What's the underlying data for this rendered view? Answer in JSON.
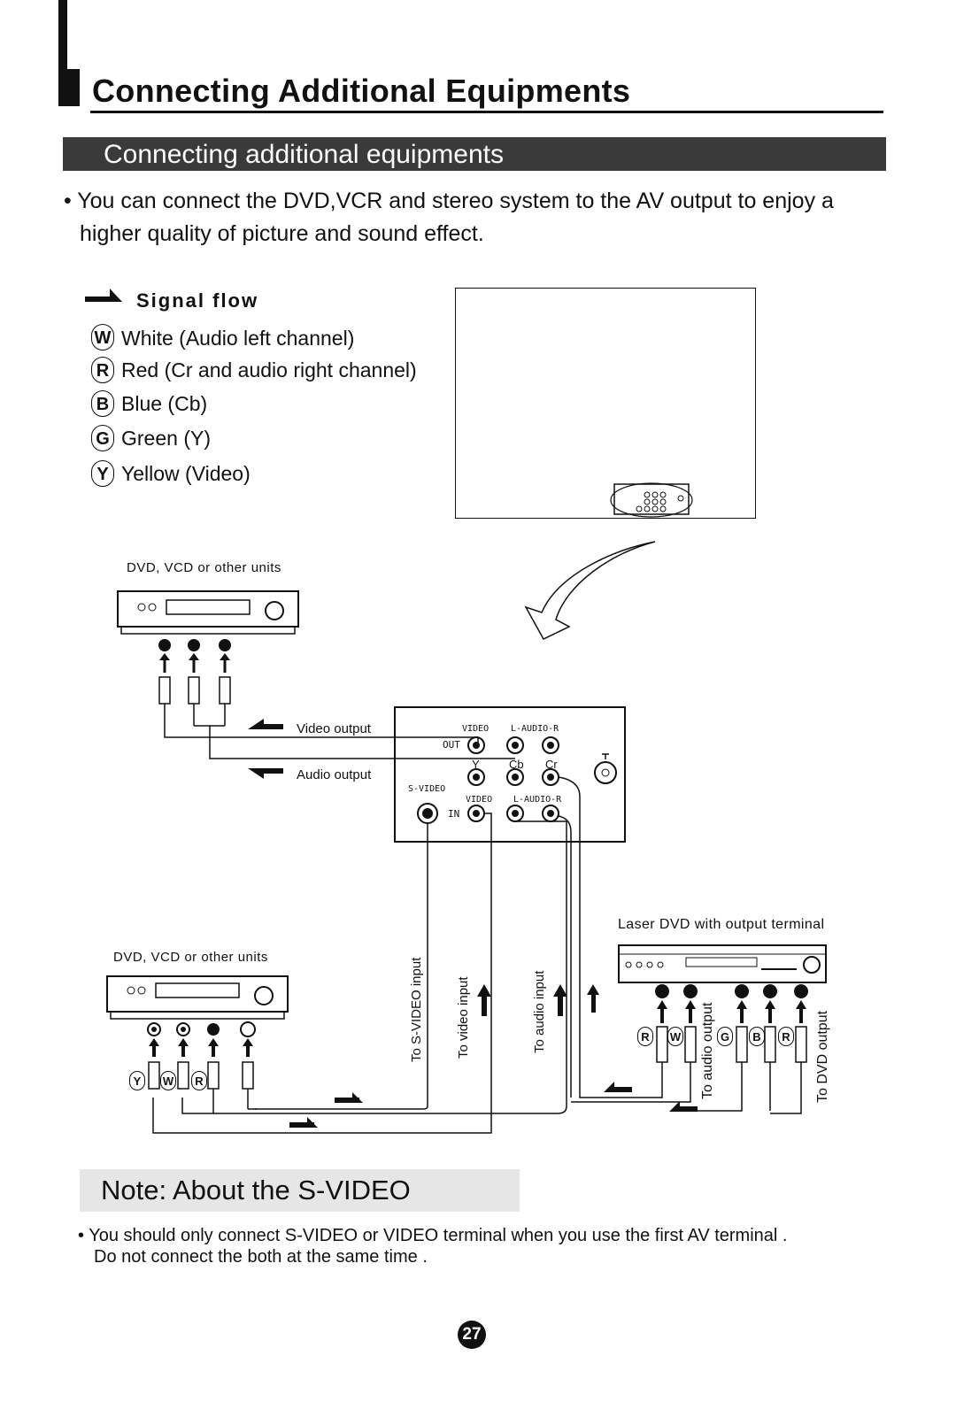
{
  "header": {
    "title": "Connecting Additional Equipments",
    "section_title": "Connecting additional equipments"
  },
  "intro": {
    "line1": "• You can connect the DVD,VCR and stereo system to the AV output to enjoy a",
    "line2": "higher quality of picture and sound effect."
  },
  "signal_flow": {
    "title": "Signal flow",
    "items": [
      {
        "badge": "W",
        "label": "White (Audio left channel)"
      },
      {
        "badge": "R",
        "label": "Red (Cr and audio right channel)"
      },
      {
        "badge": "B",
        "label": "Blue (Cb)"
      },
      {
        "badge": "G",
        "label": "Green (Y)"
      },
      {
        "badge": "Y",
        "label": "Yellow (Video)"
      }
    ]
  },
  "diagram": {
    "unit_top_label": "DVD, VCD or other units",
    "unit_bottom_label": "DVD, VCD or other units",
    "laser_dvd_label": "Laser DVD with output terminal",
    "video_output": "Video output",
    "audio_output": "Audio output",
    "panel": {
      "video": "VIDEO",
      "audio": "L-AUDIO-R",
      "out": "OUT",
      "y": "Y",
      "cb": "Cb",
      "cr": "Cr",
      "svideo": "S-VIDEO",
      "in": "IN"
    },
    "to_svideo_input": "To S-VIDEO input",
    "to_video_input": "To video input",
    "to_audio_input": "To audio input",
    "to_audio_output": "To audio output",
    "to_dvd_output": "To DVD output",
    "badges_left": [
      "Y",
      "W",
      "R"
    ],
    "badges_right": [
      "R",
      "W",
      "G",
      "B",
      "R"
    ]
  },
  "note": {
    "title": "Note: About the S-VIDEO",
    "line1": "• You should only connect S-VIDEO or  VIDEO terminal when you use the first AV terminal .",
    "line2": "Do not connect the both at the same time ."
  },
  "page_number": "27"
}
